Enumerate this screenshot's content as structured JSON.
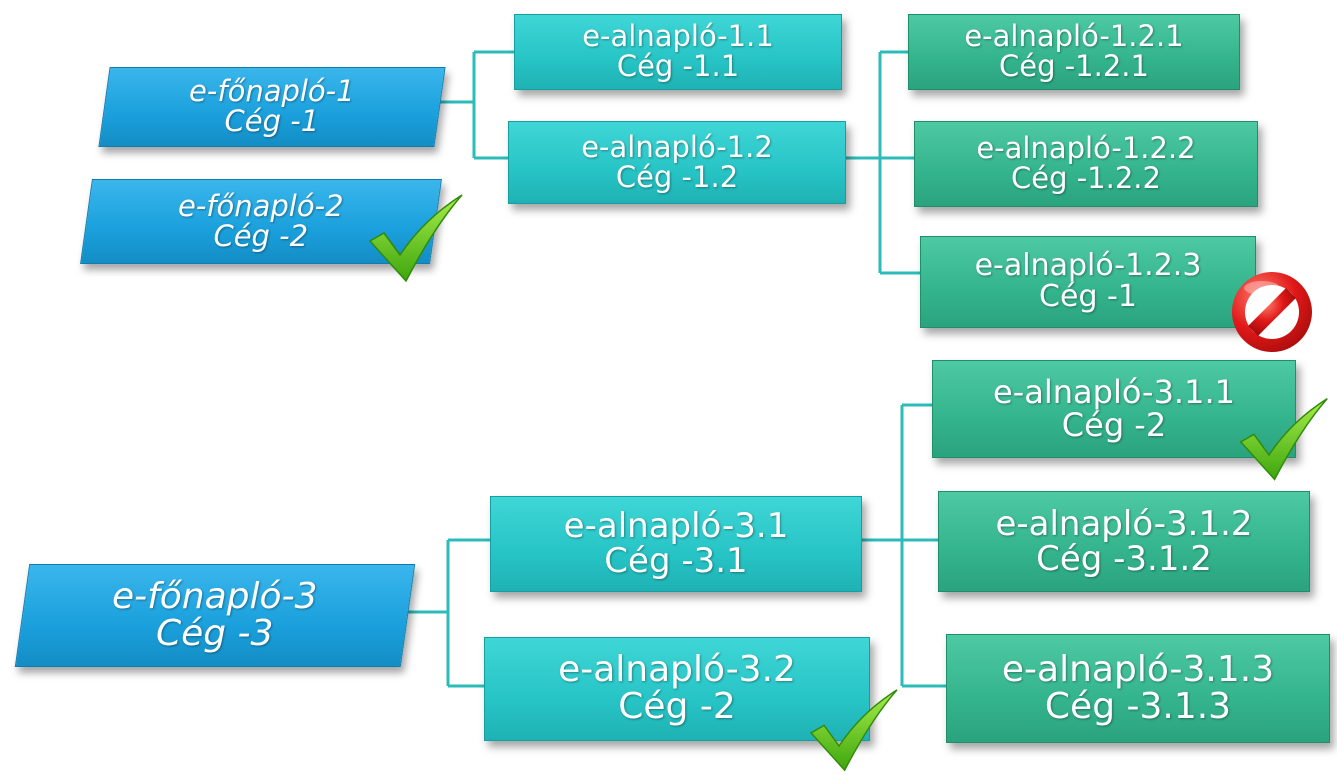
{
  "colors": {
    "main": "#1aa0dc",
    "level2": "#27c4c6",
    "level3": "#34b48c",
    "connector": "#2bbcb9",
    "check": "#5cc21a",
    "forbidden": "#e01818"
  },
  "main1": {
    "line1": "e-főnapló-1",
    "line2": "Cég -1"
  },
  "main2": {
    "line1": "e-főnapló-2",
    "line2": "Cég -2"
  },
  "main3": {
    "line1": "e-főnapló-3",
    "line2": "Cég -3"
  },
  "sub11": {
    "line1": "e-alnapló-1.1",
    "line2": "Cég -1.1"
  },
  "sub12": {
    "line1": "e-alnapló-1.2",
    "line2": "Cég -1.2"
  },
  "sub121": {
    "line1": "e-alnapló-1.2.1",
    "line2": "Cég -1.2.1"
  },
  "sub122": {
    "line1": "e-alnapló-1.2.2",
    "line2": "Cég -1.2.2"
  },
  "sub123": {
    "line1": "e-alnapló-1.2.3",
    "line2": "Cég -1"
  },
  "sub31": {
    "line1": "e-alnapló-3.1",
    "line2": "Cég -3.1"
  },
  "sub32": {
    "line1": "e-alnapló-3.2",
    "line2": "Cég -2"
  },
  "sub311": {
    "line1": "e-alnapló-3.1.1",
    "line2": "Cég -2"
  },
  "sub312": {
    "line1": "e-alnapló-3.1.2",
    "line2": "Cég -3.1.2"
  },
  "sub313": {
    "line1": "e-alnapló-3.1.3",
    "line2": "Cég -3.1.3"
  },
  "badges": {
    "check": "check-icon",
    "forbidden": "forbidden-icon"
  }
}
